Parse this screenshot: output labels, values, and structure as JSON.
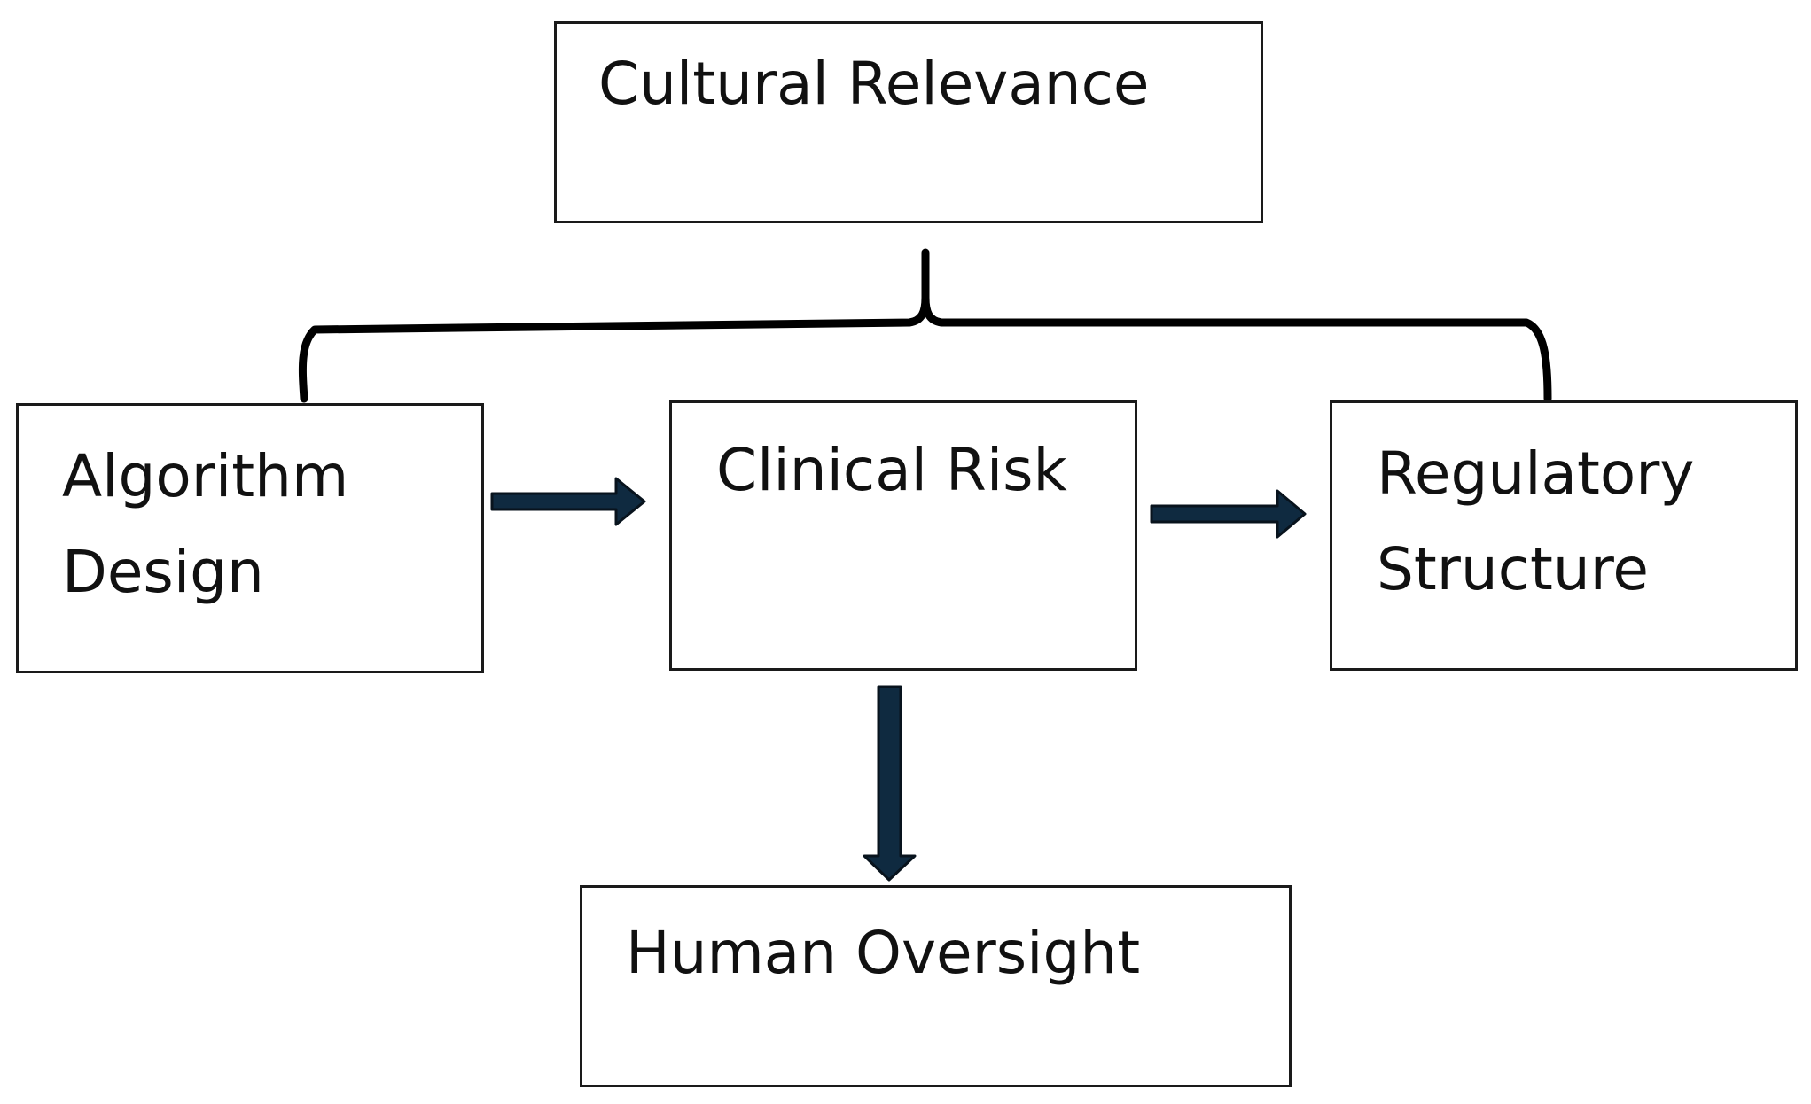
{
  "diagram": {
    "nodes": {
      "cultural_relevance": {
        "label": "Cultural Relevance"
      },
      "algorithm_design": {
        "label": "Algorithm Design"
      },
      "clinical_risk": {
        "label": "Clinical Risk"
      },
      "regulatory_structure": {
        "label": "Regulatory Structure"
      },
      "human_oversight": {
        "label": "Human Oversight"
      }
    },
    "edges": [
      {
        "from": "Cultural Relevance",
        "to": [
          "Algorithm Design",
          "Clinical Risk",
          "Regulatory Structure"
        ],
        "type": "brace"
      },
      {
        "from": "Algorithm Design",
        "to": "Clinical Risk",
        "type": "arrow"
      },
      {
        "from": "Clinical Risk",
        "to": "Regulatory Structure",
        "type": "arrow"
      },
      {
        "from": "Clinical Risk",
        "to": "Human Oversight",
        "type": "arrow"
      }
    ],
    "colors": {
      "arrow_fill": "#0f2a40",
      "arrow_stroke": "#08131d",
      "brace": "#000000",
      "box_border": "#1a1a1a"
    }
  }
}
